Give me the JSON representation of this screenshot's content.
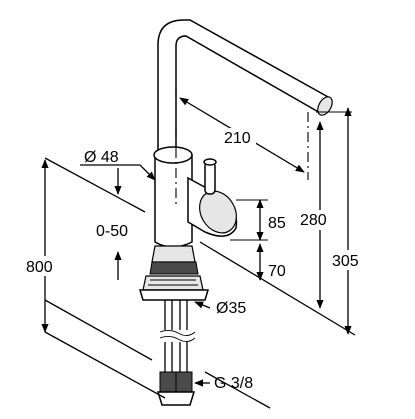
{
  "dimensions": {
    "reach": "210",
    "spout_height": "280",
    "total_height": "305",
    "body_diameter": "Ø 48",
    "lever_height": "85",
    "base_height": "70",
    "counter_top_range": "0-50",
    "hole_depth": "800",
    "mounting_diameter": "Ø35",
    "connection_thread": "G 3/8"
  },
  "colors": {
    "line": "#000000",
    "background": "#ffffff",
    "shade": "#e6e6e6",
    "dark": "#4a4a4a"
  }
}
